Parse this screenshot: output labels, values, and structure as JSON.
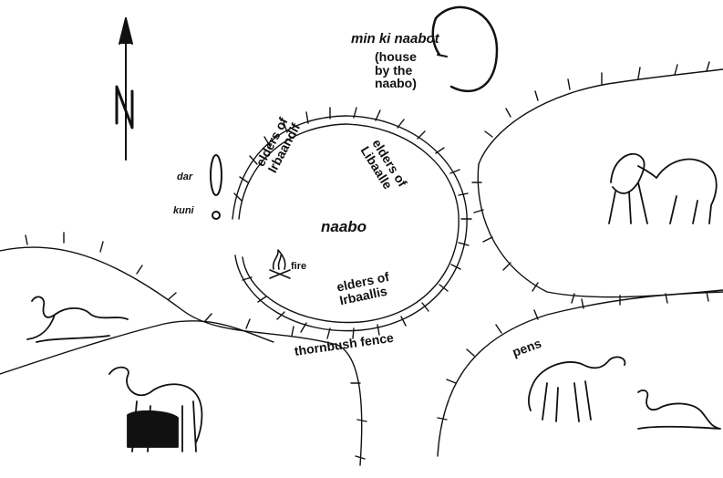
{
  "labels": {
    "north": "N",
    "min_ki_naabot": "min ki naabot",
    "house_note": "(house\nby the\nnaabo)",
    "dar": "dar",
    "kuni": "kuni",
    "elders_irbaandif": "elders of\nIrbaandif",
    "elders_libaalle": "elders of\nLibaalle",
    "naabo": "naabo",
    "fire": "fire",
    "elders_irbaallis": "elders of\nIrbaallis",
    "thornbush_fence": "thornbush fence",
    "pens": "pens"
  },
  "colors": {
    "ink": "#111111",
    "paper": "#ffffff"
  },
  "icons": [
    "north-arrow-icon",
    "camel-icon",
    "fire-icon",
    "hut-icon"
  ]
}
